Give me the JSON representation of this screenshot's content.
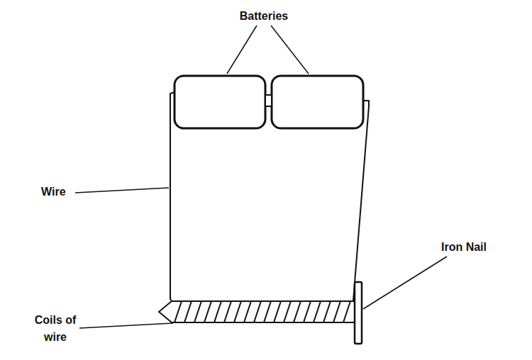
{
  "diagram": {
    "labels": [
      "Batteries",
      "Wire",
      "Iron Nail",
      "Coils of wire"
    ]
  }
}
